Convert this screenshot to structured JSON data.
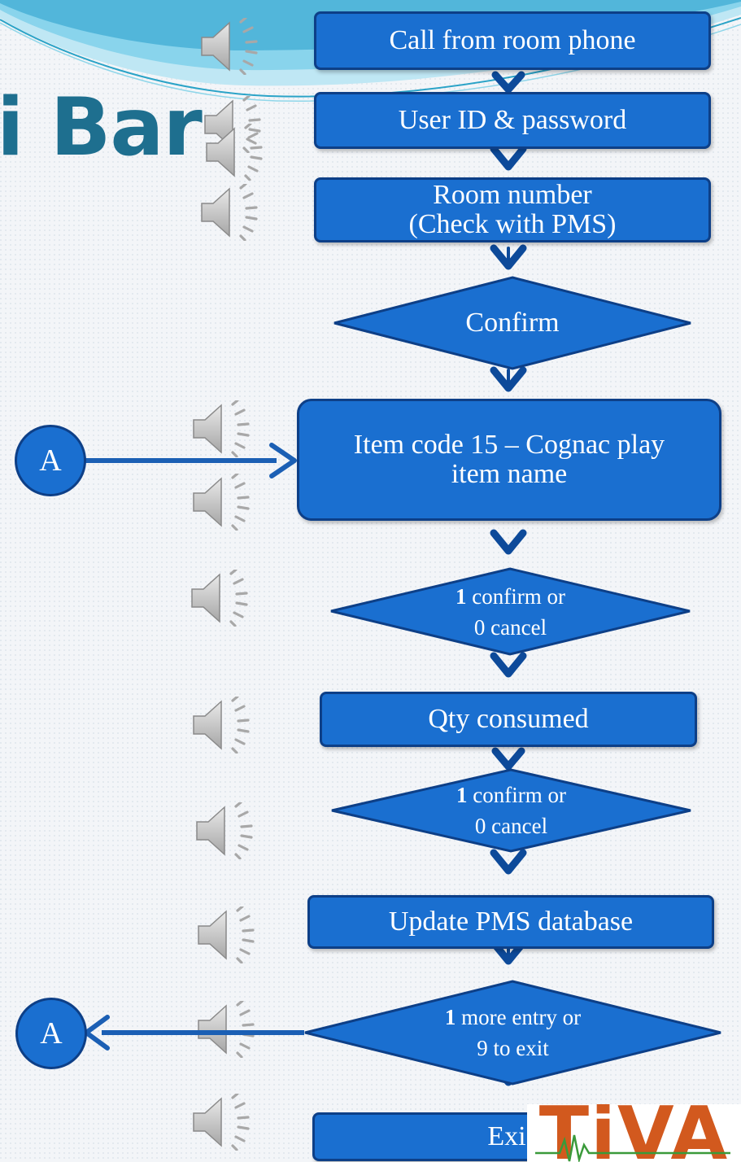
{
  "title_fragment": "i Bar",
  "steps": {
    "call": "Call from room phone",
    "userid": "User ID & password",
    "room_line1": "Room number",
    "room_line2": "(Check with PMS)",
    "confirm": "Confirm",
    "item_line1": "Item code 15 – Cognac play",
    "item_line2": "item name",
    "d1_num": "1",
    "d1_rest": " confirm or",
    "d1_line2": "0 cancel",
    "qty": "Qty consumed",
    "d2_num": "1",
    "d2_rest": " confirm or",
    "d2_line2": "0 cancel",
    "update": "Update PMS database",
    "d3_num": "1",
    "d3_rest": " more entry or",
    "d3_line2": "9 to exit",
    "exit": "Exi"
  },
  "connector_label": "A",
  "logo_text": "TiVA",
  "colors": {
    "box_fill": "#1a6fd0",
    "box_border": "#0d3f87",
    "arrow": "#0d4a9a",
    "title": "#1e6f8f",
    "logo": "#d2591e"
  },
  "icons": [
    "speaker-icon"
  ]
}
